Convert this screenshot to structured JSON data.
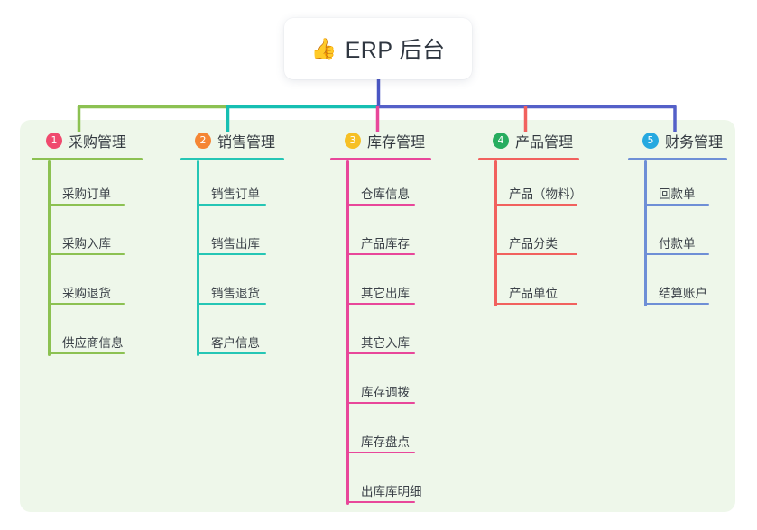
{
  "root": {
    "icon": "thumbs-up-icon",
    "emoji": "👍",
    "label": "ERP 后台"
  },
  "colors": {
    "panel_bg": "#eef7ea",
    "root_text": "#2f3640",
    "item_text": "#3b4148",
    "connector_green": "#78bd42",
    "connector_teal": "#16bfb2",
    "connector_blue": "#4a56c4",
    "connector_pink": "#e8368f",
    "connector_red": "#f1615e"
  },
  "branches": [
    {
      "index": "1",
      "badge_color": "#f04a6e",
      "line_color": "#8cc152",
      "title": "采购管理",
      "items": [
        "采购订单",
        "采购入库",
        "采购退货",
        "供应商信息"
      ]
    },
    {
      "index": "2",
      "badge_color": "#f58634",
      "line_color": "#25c6b5",
      "title": "销售管理",
      "items": [
        "销售订单",
        "销售出库",
        "销售退货",
        "客户信息"
      ]
    },
    {
      "index": "3",
      "badge_color": "#f6c025",
      "line_color": "#e8479a",
      "title": "库存管理",
      "items": [
        "仓库信息",
        "产品库存",
        "其它出库",
        "其它入库",
        "库存调拨",
        "库存盘点",
        "出库库明细"
      ]
    },
    {
      "index": "4",
      "badge_color": "#27ad5f",
      "line_color": "#f1615e",
      "title": "产品管理",
      "items": [
        "产品（物料）",
        "产品分类",
        "产品单位"
      ]
    },
    {
      "index": "5",
      "badge_color": "#26a9e0",
      "line_color": "#6e8fd6",
      "title": "财务管理",
      "items": [
        "回款单",
        "付款单",
        "结算账户"
      ]
    }
  ]
}
